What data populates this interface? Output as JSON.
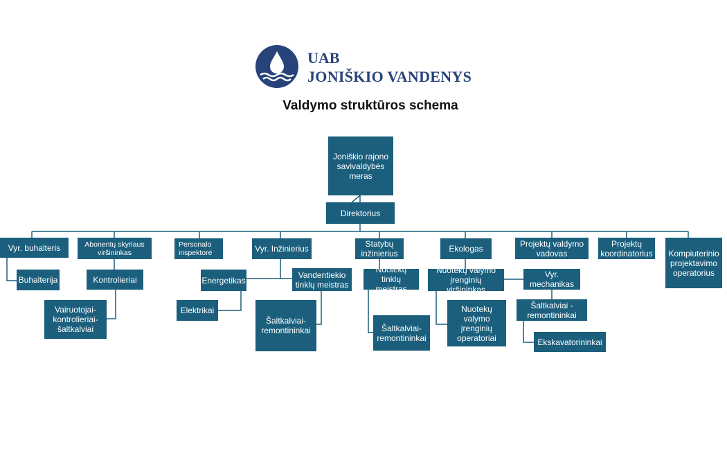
{
  "header": {
    "brand_line1": "UAB",
    "brand_line2": "JONIŠKIO VANDENYS",
    "title": "Valdymo struktūros schema"
  },
  "colors": {
    "box": "#1b5f7d",
    "brand": "#28437a",
    "lines": "#1b5f7d"
  },
  "icons": {
    "logo": "water-drop-logo-icon"
  },
  "org": {
    "mayor": "Joniškio rajono\nsavivaldybės\nmeras",
    "director": "Direktorius",
    "departments": {
      "chief_accountant": "Vyr. buhalteris",
      "accounting": "Buhalterija",
      "subscriber_head": "Abonentų skyriaus\nviršininkas",
      "controllers": "Kontrolieriai",
      "drivers": "Vairuotojai-\nkontrolieriai-\nšaltkalviai",
      "personnel_inspector": "Personalo\ninspektorė",
      "chief_engineer": "Vyr. Inžinierius",
      "energy": "Energetikas",
      "electricians": "Elektrikai",
      "water_master": "Vandentiekio\ntinklų meistras",
      "water_plumbers": "Šaltkalviai-\nremontininkai",
      "construction_engineer": "Statybų\ninžinierius",
      "sewer_master": "Nuotekų tinklų\nmeistras",
      "sewer_plumbers": "Šaltkalviai-\nremontininkai",
      "ecologist": "Ekologas",
      "treatment_head": "Nuotekų valymo\nįrenginių viršininkas",
      "treatment_operators": "Nuotekų\nvalymo\nįrenginių\noperatoriai",
      "project_manager": "Projektų valdymo\nvadovas",
      "chief_mechanic": "Vyr.\nmechanikas",
      "mech_plumbers": "Šaltkalviai -\nremontininkai",
      "excavator_operators": "Ekskavatorininkai",
      "project_coordinator": "Projektų\nkoordinatorius",
      "cad_operator": "Kompiuterinio\nprojektavimo\noperatorius"
    }
  }
}
